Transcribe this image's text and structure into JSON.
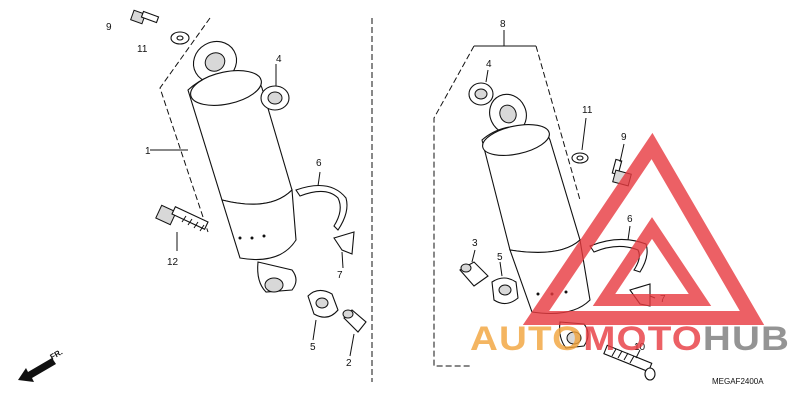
{
  "callouts": {
    "left": {
      "n9": "9",
      "n11": "11",
      "n4": "4",
      "n1": "1",
      "n6": "6",
      "n12": "12",
      "n7": "7",
      "n5": "5",
      "n2": "2"
    },
    "right": {
      "n8": "8",
      "n4": "4",
      "n11": "11",
      "n9": "9",
      "n6": "6",
      "n3": "3",
      "n5": "5",
      "n7": "7",
      "n10": "10"
    }
  },
  "direction_label": "FR.",
  "drawing_code": "MEGAF2400A",
  "watermark": {
    "part1": "AUTO",
    "part2": "MOTO",
    "part3": "HUB",
    "color_orange": "#f2a33a",
    "color_red": "#e8393f",
    "color_gray": "#7a7a7a"
  }
}
